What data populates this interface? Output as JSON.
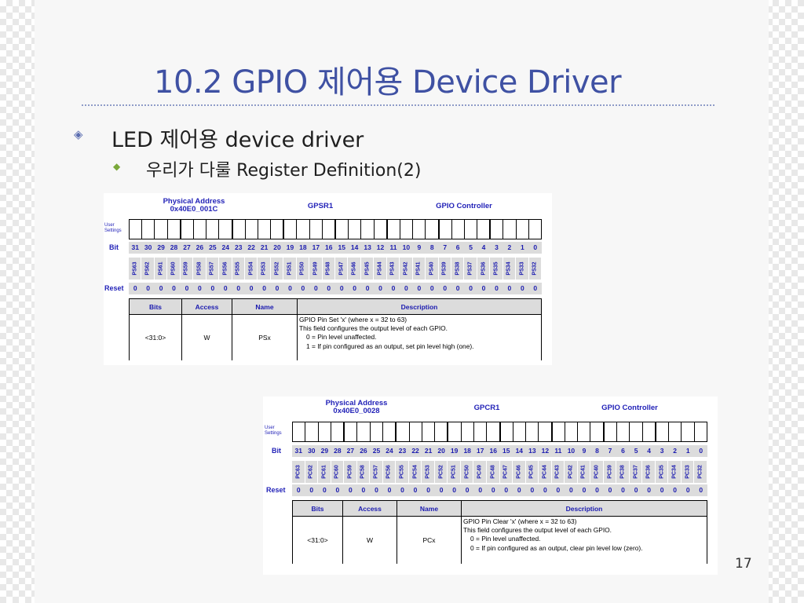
{
  "slide": {
    "title": "10.2 GPIO 제어용 Device Driver",
    "bullet1": {
      "icon": "diamond-outline-icon",
      "text": "LED 제어용 device driver"
    },
    "bullet2": {
      "icon": "diamond-filled-icon",
      "text": "우리가 다룰 Register Definition(2)"
    },
    "page_number": "17"
  },
  "registers": [
    {
      "address_label": "Physical Address",
      "address": "0x40E0_001C",
      "name": "GPSR1",
      "unit": "GPIO Controller",
      "user_settings_label": "User Settings",
      "bit_label": "Bit",
      "reset_label": "Reset",
      "bits": [
        "31",
        "30",
        "29",
        "28",
        "27",
        "26",
        "25",
        "24",
        "23",
        "22",
        "21",
        "20",
        "19",
        "18",
        "17",
        "16",
        "15",
        "14",
        "13",
        "12",
        "11",
        "10",
        "9",
        "8",
        "7",
        "6",
        "5",
        "4",
        "3",
        "2",
        "1",
        "0"
      ],
      "field_names": [
        "PS63",
        "PS62",
        "PS61",
        "PS60",
        "PS59",
        "PS58",
        "PS57",
        "PS56",
        "PS55",
        "PS54",
        "PS53",
        "PS52",
        "PS51",
        "PS50",
        "PS49",
        "PS48",
        "PS47",
        "PS46",
        "PS45",
        "PS44",
        "PS43",
        "PS42",
        "PS41",
        "PS40",
        "PS39",
        "PS38",
        "PS37",
        "PS36",
        "PS35",
        "PS34",
        "PS33",
        "PS32"
      ],
      "reset_values": [
        "0",
        "0",
        "0",
        "0",
        "0",
        "0",
        "0",
        "0",
        "0",
        "0",
        "0",
        "0",
        "0",
        "0",
        "0",
        "0",
        "0",
        "0",
        "0",
        "0",
        "0",
        "0",
        "0",
        "0",
        "0",
        "0",
        "0",
        "0",
        "0",
        "0",
        "0",
        "0"
      ],
      "table": {
        "headers": {
          "bits": "Bits",
          "access": "Access",
          "name": "Name",
          "description": "Description"
        },
        "row": {
          "bits": "<31:0>",
          "access": "W",
          "name": "PSx",
          "description": [
            "GPIO Pin Set 'x' (where x = 32 to 63)",
            "This field configures the output level of each GPIO.",
            "0 = Pin level unaffected.",
            "1 = If pin configured as an output, set pin level high (one)."
          ]
        }
      }
    },
    {
      "address_label": "Physical Address",
      "address": "0x40E0_0028",
      "name": "GPCR1",
      "unit": "GPIO Controller",
      "user_settings_label": "User Settings",
      "bit_label": "Bit",
      "reset_label": "Reset",
      "bits": [
        "31",
        "30",
        "29",
        "28",
        "27",
        "26",
        "25",
        "24",
        "23",
        "22",
        "21",
        "20",
        "19",
        "18",
        "17",
        "16",
        "15",
        "14",
        "13",
        "12",
        "11",
        "10",
        "9",
        "8",
        "7",
        "6",
        "5",
        "4",
        "3",
        "2",
        "1",
        "0"
      ],
      "field_names": [
        "PC63",
        "PC62",
        "PC61",
        "PC60",
        "PC59",
        "PC58",
        "PC57",
        "PC56",
        "PC55",
        "PC54",
        "PC53",
        "PC52",
        "PC51",
        "PC50",
        "PC49",
        "PC48",
        "PC47",
        "PC46",
        "PC45",
        "PC44",
        "PC43",
        "PC42",
        "PC41",
        "PC40",
        "PC39",
        "PC38",
        "PC37",
        "PC36",
        "PC35",
        "PC34",
        "PC33",
        "PC32"
      ],
      "reset_values": [
        "0",
        "0",
        "0",
        "0",
        "0",
        "0",
        "0",
        "0",
        "0",
        "0",
        "0",
        "0",
        "0",
        "0",
        "0",
        "0",
        "0",
        "0",
        "0",
        "0",
        "0",
        "0",
        "0",
        "0",
        "0",
        "0",
        "0",
        "0",
        "0",
        "0",
        "0",
        "0"
      ],
      "table": {
        "headers": {
          "bits": "Bits",
          "access": "Access",
          "name": "Name",
          "description": "Description"
        },
        "row": {
          "bits": "<31:0>",
          "access": "W",
          "name": "PCx",
          "description": [
            "GPIO Pin Clear 'x' (where x = 32 to 63)",
            "This field configures the output level of each GPIO.",
            "0 = Pin level unaffected.",
            "0 = If pin configured as an output, clear pin level low (zero)."
          ]
        }
      }
    }
  ]
}
